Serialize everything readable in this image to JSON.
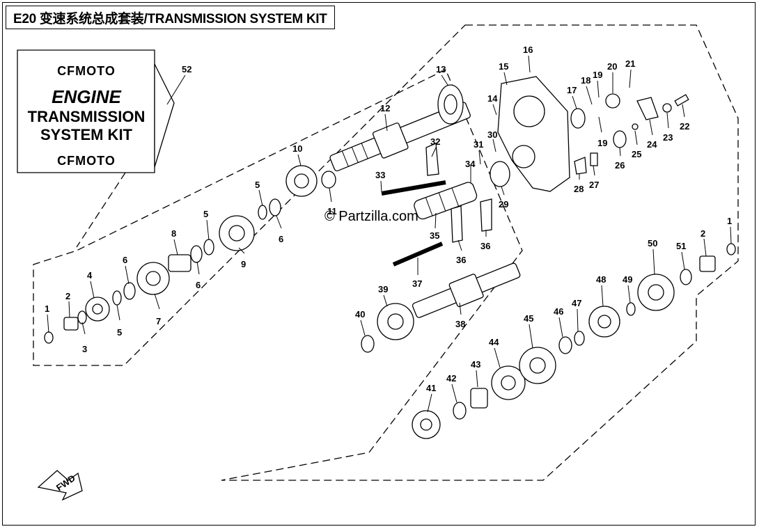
{
  "title": "E20 变速系统总成套装/TRANSMISSION SYSTEM KIT",
  "kit_tag": {
    "brand": "CFMOTO",
    "line1": "ENGINE",
    "line2": "TRANSMISSION",
    "line3": "SYSTEM KIT",
    "brand_bottom": "CFMOTO"
  },
  "watermark": "© Partzilla.com",
  "fwd_label": "FWD",
  "callouts": [
    "1",
    "2",
    "3",
    "4",
    "5",
    "5",
    "5",
    "6",
    "6",
    "6",
    "7",
    "8",
    "9",
    "10",
    "11",
    "12",
    "13",
    "14",
    "15",
    "16",
    "17",
    "18",
    "19",
    "19",
    "20",
    "21",
    "22",
    "23",
    "24",
    "25",
    "26",
    "27",
    "28",
    "29",
    "30",
    "31",
    "32",
    "33",
    "34",
    "35",
    "36",
    "36",
    "37",
    "38",
    "39",
    "40",
    "41",
    "42",
    "43",
    "44",
    "45",
    "46",
    "47",
    "48",
    "49",
    "50",
    "51",
    "2",
    "1",
    "52"
  ],
  "colors": {
    "line": "#000000",
    "fill": "#ffffff",
    "shade": "#555555"
  }
}
